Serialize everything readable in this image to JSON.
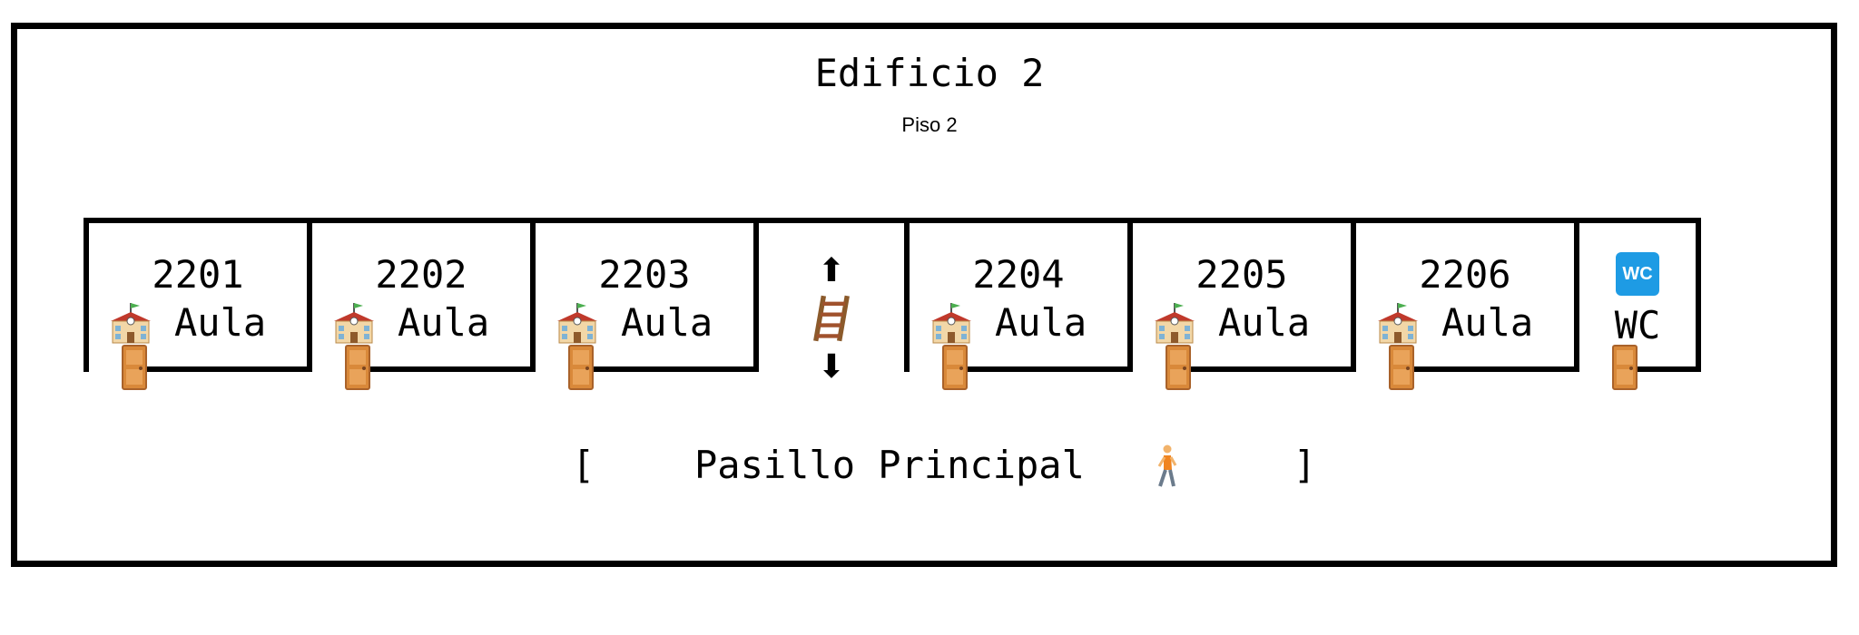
{
  "building": {
    "title": "Edificio 2",
    "subtitle": "Piso 2"
  },
  "rooms": [
    {
      "number": "2201",
      "label": "Aula",
      "icon": "school-icon"
    },
    {
      "number": "2202",
      "label": "Aula",
      "icon": "school-icon"
    },
    {
      "number": "2203",
      "label": "Aula",
      "icon": "school-icon"
    },
    {
      "number": "2204",
      "label": "Aula",
      "icon": "school-icon"
    },
    {
      "number": "2205",
      "label": "Aula",
      "icon": "school-icon"
    },
    {
      "number": "2206",
      "label": "Aula",
      "icon": "school-icon"
    }
  ],
  "stairs": {
    "up_symbol": "⬆",
    "down_symbol": "⬇",
    "icon": "ladder-icon"
  },
  "wc": {
    "badge": "WC",
    "label": "WC",
    "icon": "wc-icon"
  },
  "corridor": {
    "open_bracket": "[",
    "label": "Pasillo Principal",
    "close_bracket": "]",
    "icon": "person-walking-icon"
  },
  "colors": {
    "wall": "#000000",
    "door": "#d9893a",
    "wc_badge": "#1e9be4"
  }
}
